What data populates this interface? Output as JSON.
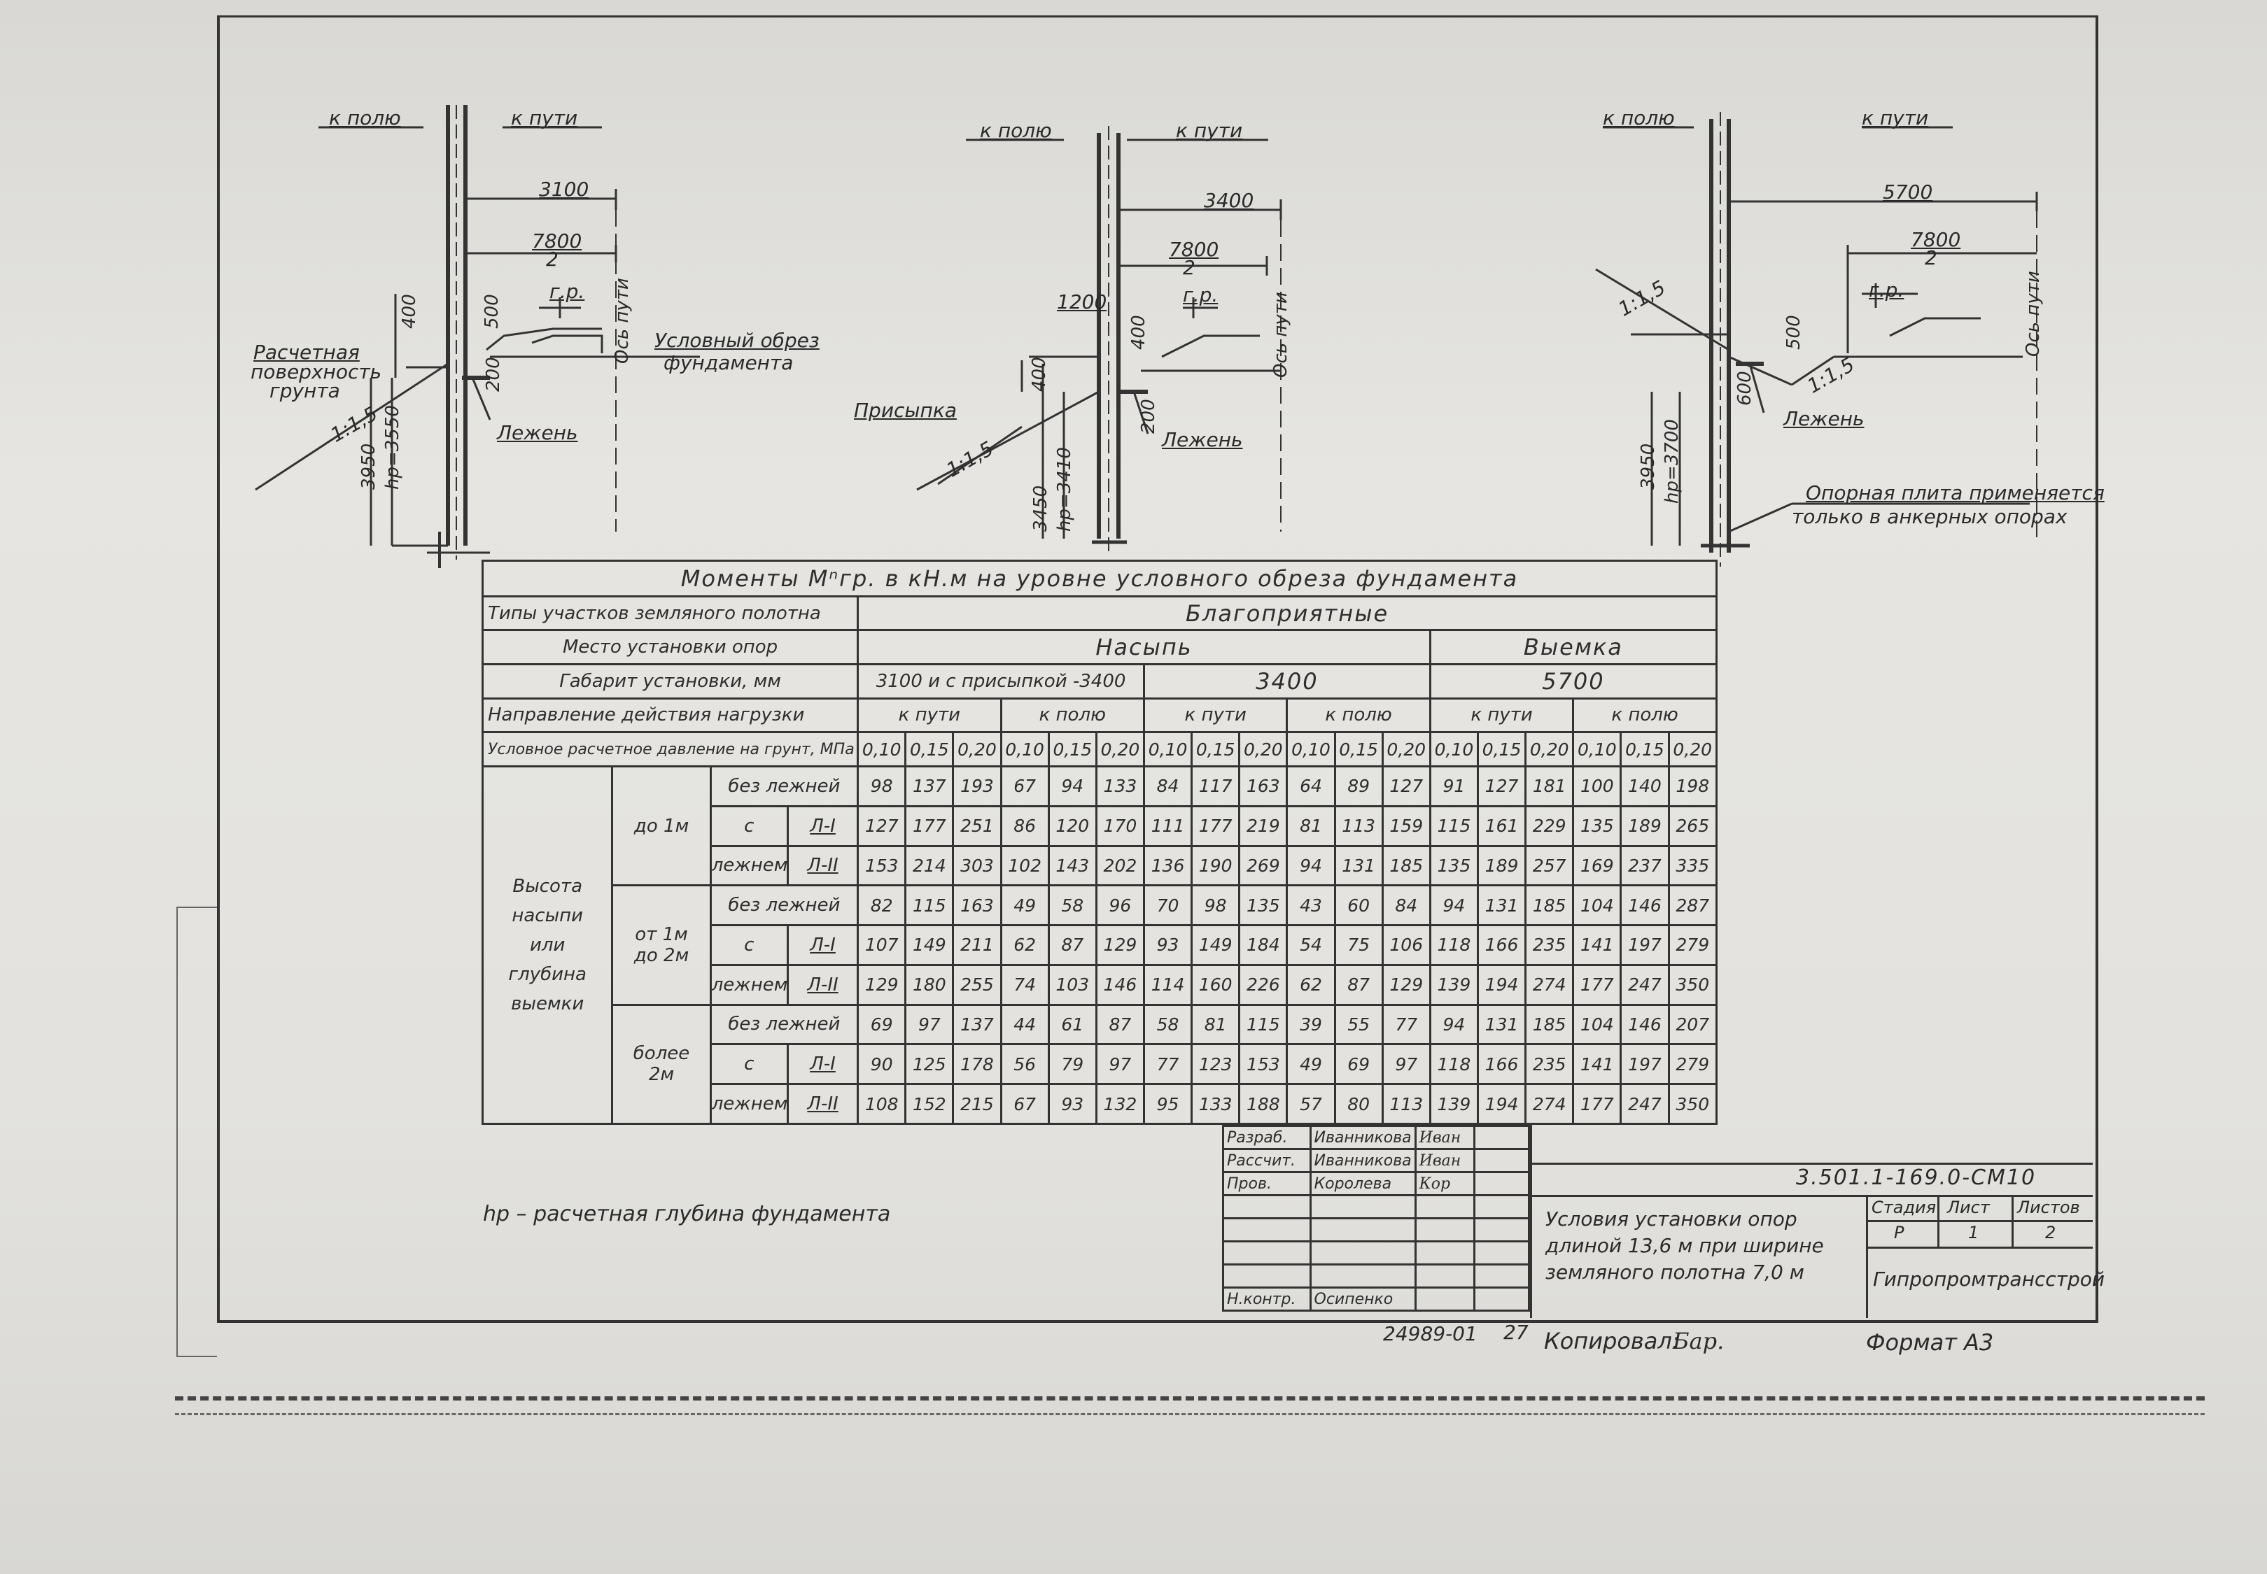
{
  "drawings": {
    "left": {
      "k_polyu": "к полю",
      "k_puti": "к пути",
      "dim_3100": "3100",
      "dim_7800_top": "7800",
      "dim_7800_bot": "2",
      "gr": "г.р.",
      "dim_500": "500",
      "dim_200": "200",
      "dim_400": "400",
      "dim_3950": "3950",
      "hp": "hр=3550",
      "slope": "1:1,5",
      "axis": "Ось пути",
      "ground": [
        "Расчетная",
        "поверхность",
        "грунта"
      ],
      "cut": [
        "Условный обрез",
        "фундамента"
      ],
      "lezhen": "Лежень"
    },
    "middle": {
      "k_polyu": "к полю",
      "k_puti": "к пути",
      "dim_3400": "3400",
      "dim_7800_top": "7800",
      "dim_7800_bot": "2",
      "gr": "г.р.",
      "dim_1200": "1200",
      "dim_400": "400",
      "dim_200": "200",
      "dim_3450": "3450",
      "hp": "hр=3410",
      "slope": "1:1,5",
      "axis": "Ось пути",
      "prisypka": "Присыпка",
      "lezhen": "Лежень"
    },
    "right": {
      "k_polyu": "к полю",
      "k_puti": "к пути",
      "dim_5700": "5700",
      "dim_7800_top": "7800",
      "dim_7800_bot": "2",
      "gr": "г.р.",
      "slope1": "1:1,5",
      "slope2": "1:1,5",
      "dim_500": "500",
      "dim_600": "600",
      "dim_3950": "3950",
      "hp": "hр=3700",
      "axis": "Ось пути",
      "lezhen": "Лежень",
      "plate_note": [
        "Опорная плита применяется",
        "только в анкерных опорах"
      ]
    }
  },
  "table": {
    "title": "Моменты   Мⁿгр.  в кН.м   на  уровне условного обреза  фундамента",
    "row_types_label": "Типы участков земляного полотна",
    "favorable": "Благоприятные",
    "row_place_label": "Место установки опор",
    "nasyp": "Насыпь",
    "vyemka": "Выемка",
    "row_gabarit_label": "Габарит установки, мм",
    "gab1": "3100 и с присыпкой -3400",
    "gab2": "3400",
    "gab3": "5700",
    "row_dir_label": "Направление действия нагрузки",
    "dir_puti": "к пути",
    "dir_polyu": "к полю",
    "row_pressure_label": "Условное расчетное давление на грунт, МПа",
    "pressures": [
      "0,10",
      "0,15",
      "0,20",
      "0,10",
      "0,15",
      "0,20",
      "0,10",
      "0,15",
      "0,20",
      "0,10",
      "0,15",
      "0,20",
      "0,10",
      "0,15",
      "0,20",
      "0,10",
      "0,15",
      "0,20"
    ],
    "height_label": [
      "Высота",
      "насыпи",
      "или",
      "глубина",
      "выемки"
    ],
    "groups": [
      {
        "label": [
          "до 1м"
        ],
        "rows": [
          {
            "kind": "без лежней",
            "values": [
              "98",
              "137",
              "193",
              "67",
              "94",
              "133",
              "84",
              "117",
              "163",
              "64",
              "89",
              "127",
              "91",
              "127",
              "181",
              "100",
              "140",
              "198"
            ]
          },
          {
            "kind": "с",
            "sub": "Л-I",
            "values": [
              "127",
              "177",
              "251",
              "86",
              "120",
              "170",
              "111",
              "177",
              "219",
              "81",
              "113",
              "159",
              "115",
              "161",
              "229",
              "135",
              "189",
              "265"
            ]
          },
          {
            "kind": "лежнем",
            "sub": "Л-II",
            "values": [
              "153",
              "214",
              "303",
              "102",
              "143",
              "202",
              "136",
              "190",
              "269",
              "94",
              "131",
              "185",
              "135",
              "189",
              "257",
              "169",
              "237",
              "335"
            ]
          }
        ]
      },
      {
        "label": [
          "от 1м",
          "до 2м"
        ],
        "rows": [
          {
            "kind": "без лежней",
            "values": [
              "82",
              "115",
              "163",
              "49",
              "58",
              "96",
              "70",
              "98",
              "135",
              "43",
              "60",
              "84",
              "94",
              "131",
              "185",
              "104",
              "146",
              "287"
            ]
          },
          {
            "kind": "с",
            "sub": "Л-I",
            "values": [
              "107",
              "149",
              "211",
              "62",
              "87",
              "129",
              "93",
              "149",
              "184",
              "54",
              "75",
              "106",
              "118",
              "166",
              "235",
              "141",
              "197",
              "279"
            ]
          },
          {
            "kind": "лежнем",
            "sub": "Л-II",
            "values": [
              "129",
              "180",
              "255",
              "74",
              "103",
              "146",
              "114",
              "160",
              "226",
              "62",
              "87",
              "129",
              "139",
              "194",
              "274",
              "177",
              "247",
              "350"
            ]
          }
        ]
      },
      {
        "label": [
          "более",
          "2м"
        ],
        "rows": [
          {
            "kind": "без лежней",
            "values": [
              "69",
              "97",
              "137",
              "44",
              "61",
              "87",
              "58",
              "81",
              "115",
              "39",
              "55",
              "77",
              "94",
              "131",
              "185",
              "104",
              "146",
              "207"
            ]
          },
          {
            "kind": "с",
            "sub": "Л-I",
            "values": [
              "90",
              "125",
              "178",
              "56",
              "79",
              "97",
              "77",
              "123",
              "153",
              "49",
              "69",
              "97",
              "118",
              "166",
              "235",
              "141",
              "197",
              "279"
            ]
          },
          {
            "kind": "лежнем",
            "sub": "Л-II",
            "values": [
              "108",
              "152",
              "215",
              "67",
              "93",
              "132",
              "95",
              "133",
              "188",
              "57",
              "80",
              "113",
              "139",
              "194",
              "274",
              "177",
              "247",
              "350"
            ]
          }
        ]
      }
    ]
  },
  "note": "hр – расчетная глубина фундамента",
  "title_block": {
    "rows": [
      {
        "role": "Разраб.",
        "name": "Иванникова",
        "sign": "Иван"
      },
      {
        "role": "Рассчит.",
        "name": "Иванникова",
        "sign": "Иван"
      },
      {
        "role": "Пров.",
        "name": "Королева",
        "sign": "Кор"
      }
    ],
    "n_kontr_role": "Н.контр.",
    "n_kontr_name": "Осипенко",
    "code": "3.501.1-169.0-СМ10",
    "description": [
      "Условия установки опор",
      "длиной 13,6 м при ширине",
      "земляного полотна 7,0 м"
    ],
    "stadiya_label": "Стадия",
    "list_label": "Лист",
    "listov_label": "Листов",
    "stadiya": "Р",
    "list": "1",
    "listov": "2",
    "org": "Гипропромтрансстрой",
    "inv": "24989-01",
    "page": "27",
    "copied": "Копировал:",
    "copied_sign": "Бар.",
    "format": "Формат А3"
  }
}
